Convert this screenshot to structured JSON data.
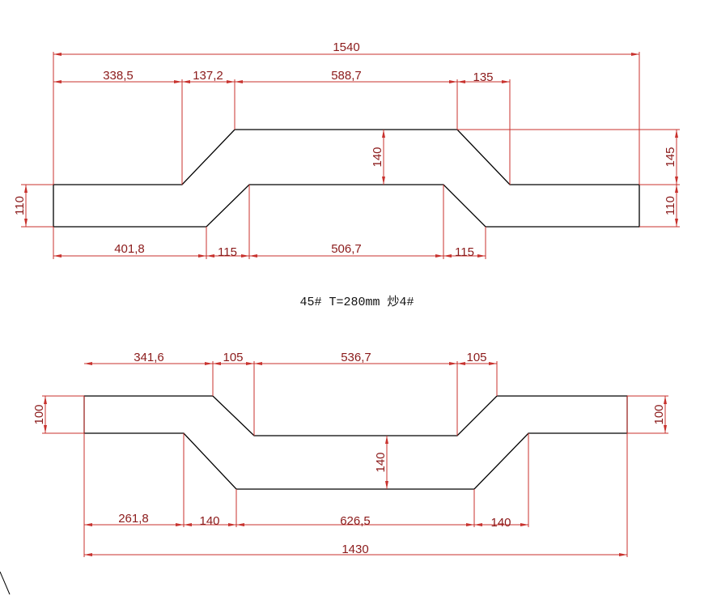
{
  "colors": {
    "outline": "#000000",
    "dimension": "#c8322e",
    "dimension_text": "#8b1a1a",
    "background": "#ffffff"
  },
  "caption": "45# T=280mm 炒4#",
  "top_part": {
    "total_length": "1540",
    "upper_segments": [
      "338,5",
      "137,2",
      "588,7",
      "135"
    ],
    "lower_segments": [
      "401,8",
      "115",
      "506,7",
      "115"
    ],
    "left_height": "110",
    "right_rise": "145",
    "right_height": "110",
    "center_depth": "140"
  },
  "bottom_part": {
    "total_length": "1430",
    "upper_segments": [
      "341,6",
      "105",
      "536,7",
      "105"
    ],
    "lower_segments": [
      "261,8",
      "140",
      "626,5",
      "140"
    ],
    "left_height": "100",
    "right_height": "100",
    "center_depth": "140"
  }
}
